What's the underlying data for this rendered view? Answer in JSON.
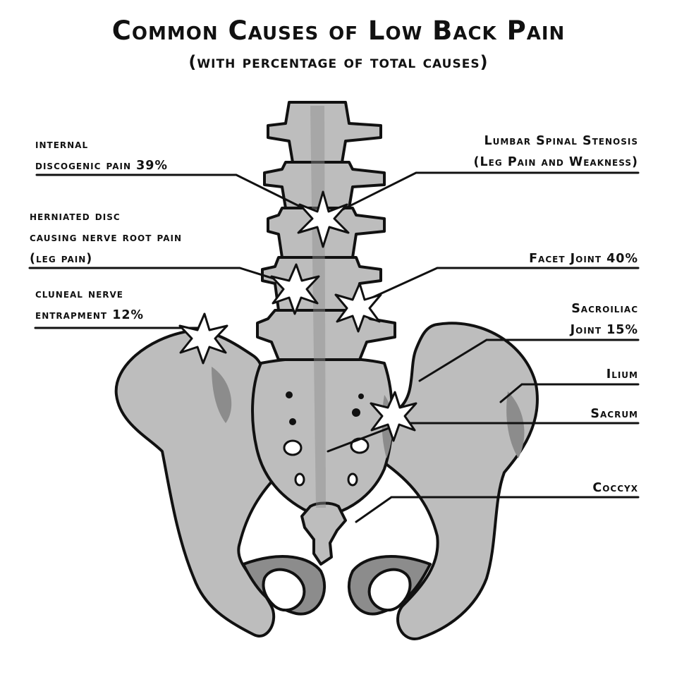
{
  "title": "Common Causes of Low Back Pain",
  "subtitle": "(with percentage of total causes)",
  "labels": {
    "internal_discogenic": [
      "internal",
      "discogenic pain 39%"
    ],
    "herniated_disc": [
      "herniated disc",
      "causing nerve root pain",
      "(leg pain)"
    ],
    "cluneal": [
      "cluneal nerve",
      "entrapment  12%"
    ],
    "lumbar_stenosis": [
      "Lumbar Spinal Stenosis",
      "(Leg Pain and Weakness)"
    ],
    "facet_joint": [
      "Facet Joint  40%"
    ],
    "sacroiliac": [
      "Sacroiliac",
      "Joint 15%"
    ],
    "ilium": [
      "Ilium"
    ],
    "sacrum": [
      "Sacrum"
    ],
    "coccyx": [
      "Coccyx"
    ]
  },
  "colors": {
    "bone": "#bdbdbd",
    "bone_shadow": "#8c8c8c",
    "outline": "#111111",
    "highlight": "#ffffff"
  }
}
